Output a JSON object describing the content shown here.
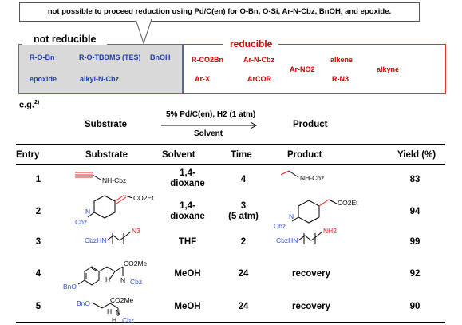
{
  "callout": {
    "note": "not possible to proceed reduction using Pd/C(en) for O-Bn, O-Si, Ar-N-Cbz, BnOH, and epoxide."
  },
  "not_reducible": {
    "title": "not reducible",
    "items": [
      "R-O-Bn",
      "R-O-TBDMS (TES)",
      "BnOH",
      "epoxide",
      "alkyl-N-Cbz"
    ]
  },
  "reducible": {
    "title": "reducible",
    "items": [
      "R-CO2Bn",
      "Ar-N-Cbz",
      "alkene",
      "Ar-NO2",
      "alkyne",
      "Ar-X",
      "ArCOR",
      "R-N3"
    ]
  },
  "example": {
    "label": "e.g.",
    "ref": "2)"
  },
  "scheme": {
    "substrate": "Substrate",
    "reagent": "5% Pd/C(en), H2 (1 atm)",
    "solvent": "Solvent",
    "product": "Product"
  },
  "table": {
    "headers": [
      "Entry",
      "Substrate",
      "Solvent",
      "Time",
      "Product",
      "Yield (%)"
    ],
    "rows": [
      {
        "entry": "1",
        "solvent": [
          "1,4-",
          "dioxane"
        ],
        "time": [
          "4"
        ],
        "product_text": "",
        "yield": "83"
      },
      {
        "entry": "2",
        "solvent": [
          "1,4-",
          "dioxane"
        ],
        "time": [
          "3",
          "(5 atm)"
        ],
        "product_text": "",
        "yield": "94"
      },
      {
        "entry": "3",
        "solvent": [
          "THF"
        ],
        "time": [
          "2"
        ],
        "product_text": "",
        "yield": "99"
      },
      {
        "entry": "4",
        "solvent": [
          "MeOH"
        ],
        "time": [
          "24"
        ],
        "product_text": "recovery",
        "yield": "92"
      },
      {
        "entry": "5",
        "solvent": [
          "MeOH"
        ],
        "time": [
          "24"
        ],
        "product_text": "recovery",
        "yield": "90"
      }
    ]
  },
  "structure_labels": {
    "nh_cbz": "NH-Cbz",
    "co2et": "CO2Et",
    "cbz": "Cbz",
    "n": "N",
    "cbzhn": "CbzHN",
    "n3": "N3",
    "nh2": "NH2",
    "co2me": "CO2Me",
    "bno": "BnO",
    "h": "H"
  },
  "colors": {
    "blue": "#1f3da8",
    "red": "#d00000",
    "grey_box": "#d9d9d9",
    "struct_blue": "#3050d0",
    "struct_red": "#e02020"
  }
}
